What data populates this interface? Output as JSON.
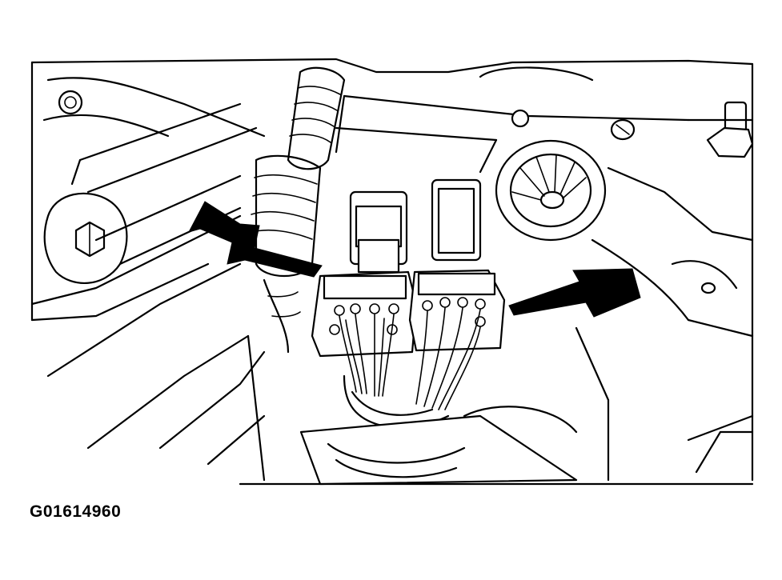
{
  "figure": {
    "id_label": "G01614960"
  },
  "colors": {
    "line": "#000000",
    "background": "#ffffff"
  },
  "icons": {
    "arrows": [
      "arrow-left-connector",
      "arrow-right-connector"
    ]
  }
}
